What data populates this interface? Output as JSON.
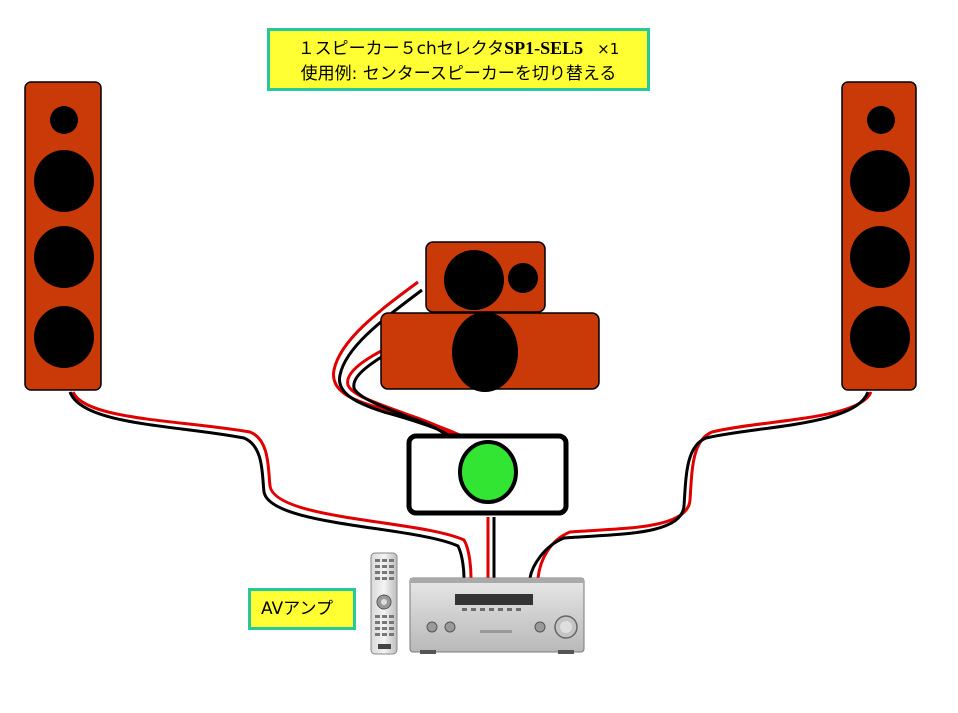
{
  "title": {
    "line1_prefix": "１スピーカー５chセレクタ",
    "line1_model": "SP1-SEL5",
    "line1_times": "×1",
    "line2": "使用例: センタースピーカーを切り替える"
  },
  "amp_label": "AVアンプ",
  "colors": {
    "speaker_body": "#c93a08",
    "driver": "#000000",
    "selector_knob": "#33e533",
    "wire_positive": "#e00000",
    "wire_negative": "#000000",
    "label_fill": "#ffff33",
    "label_border": "#27c7a0"
  }
}
